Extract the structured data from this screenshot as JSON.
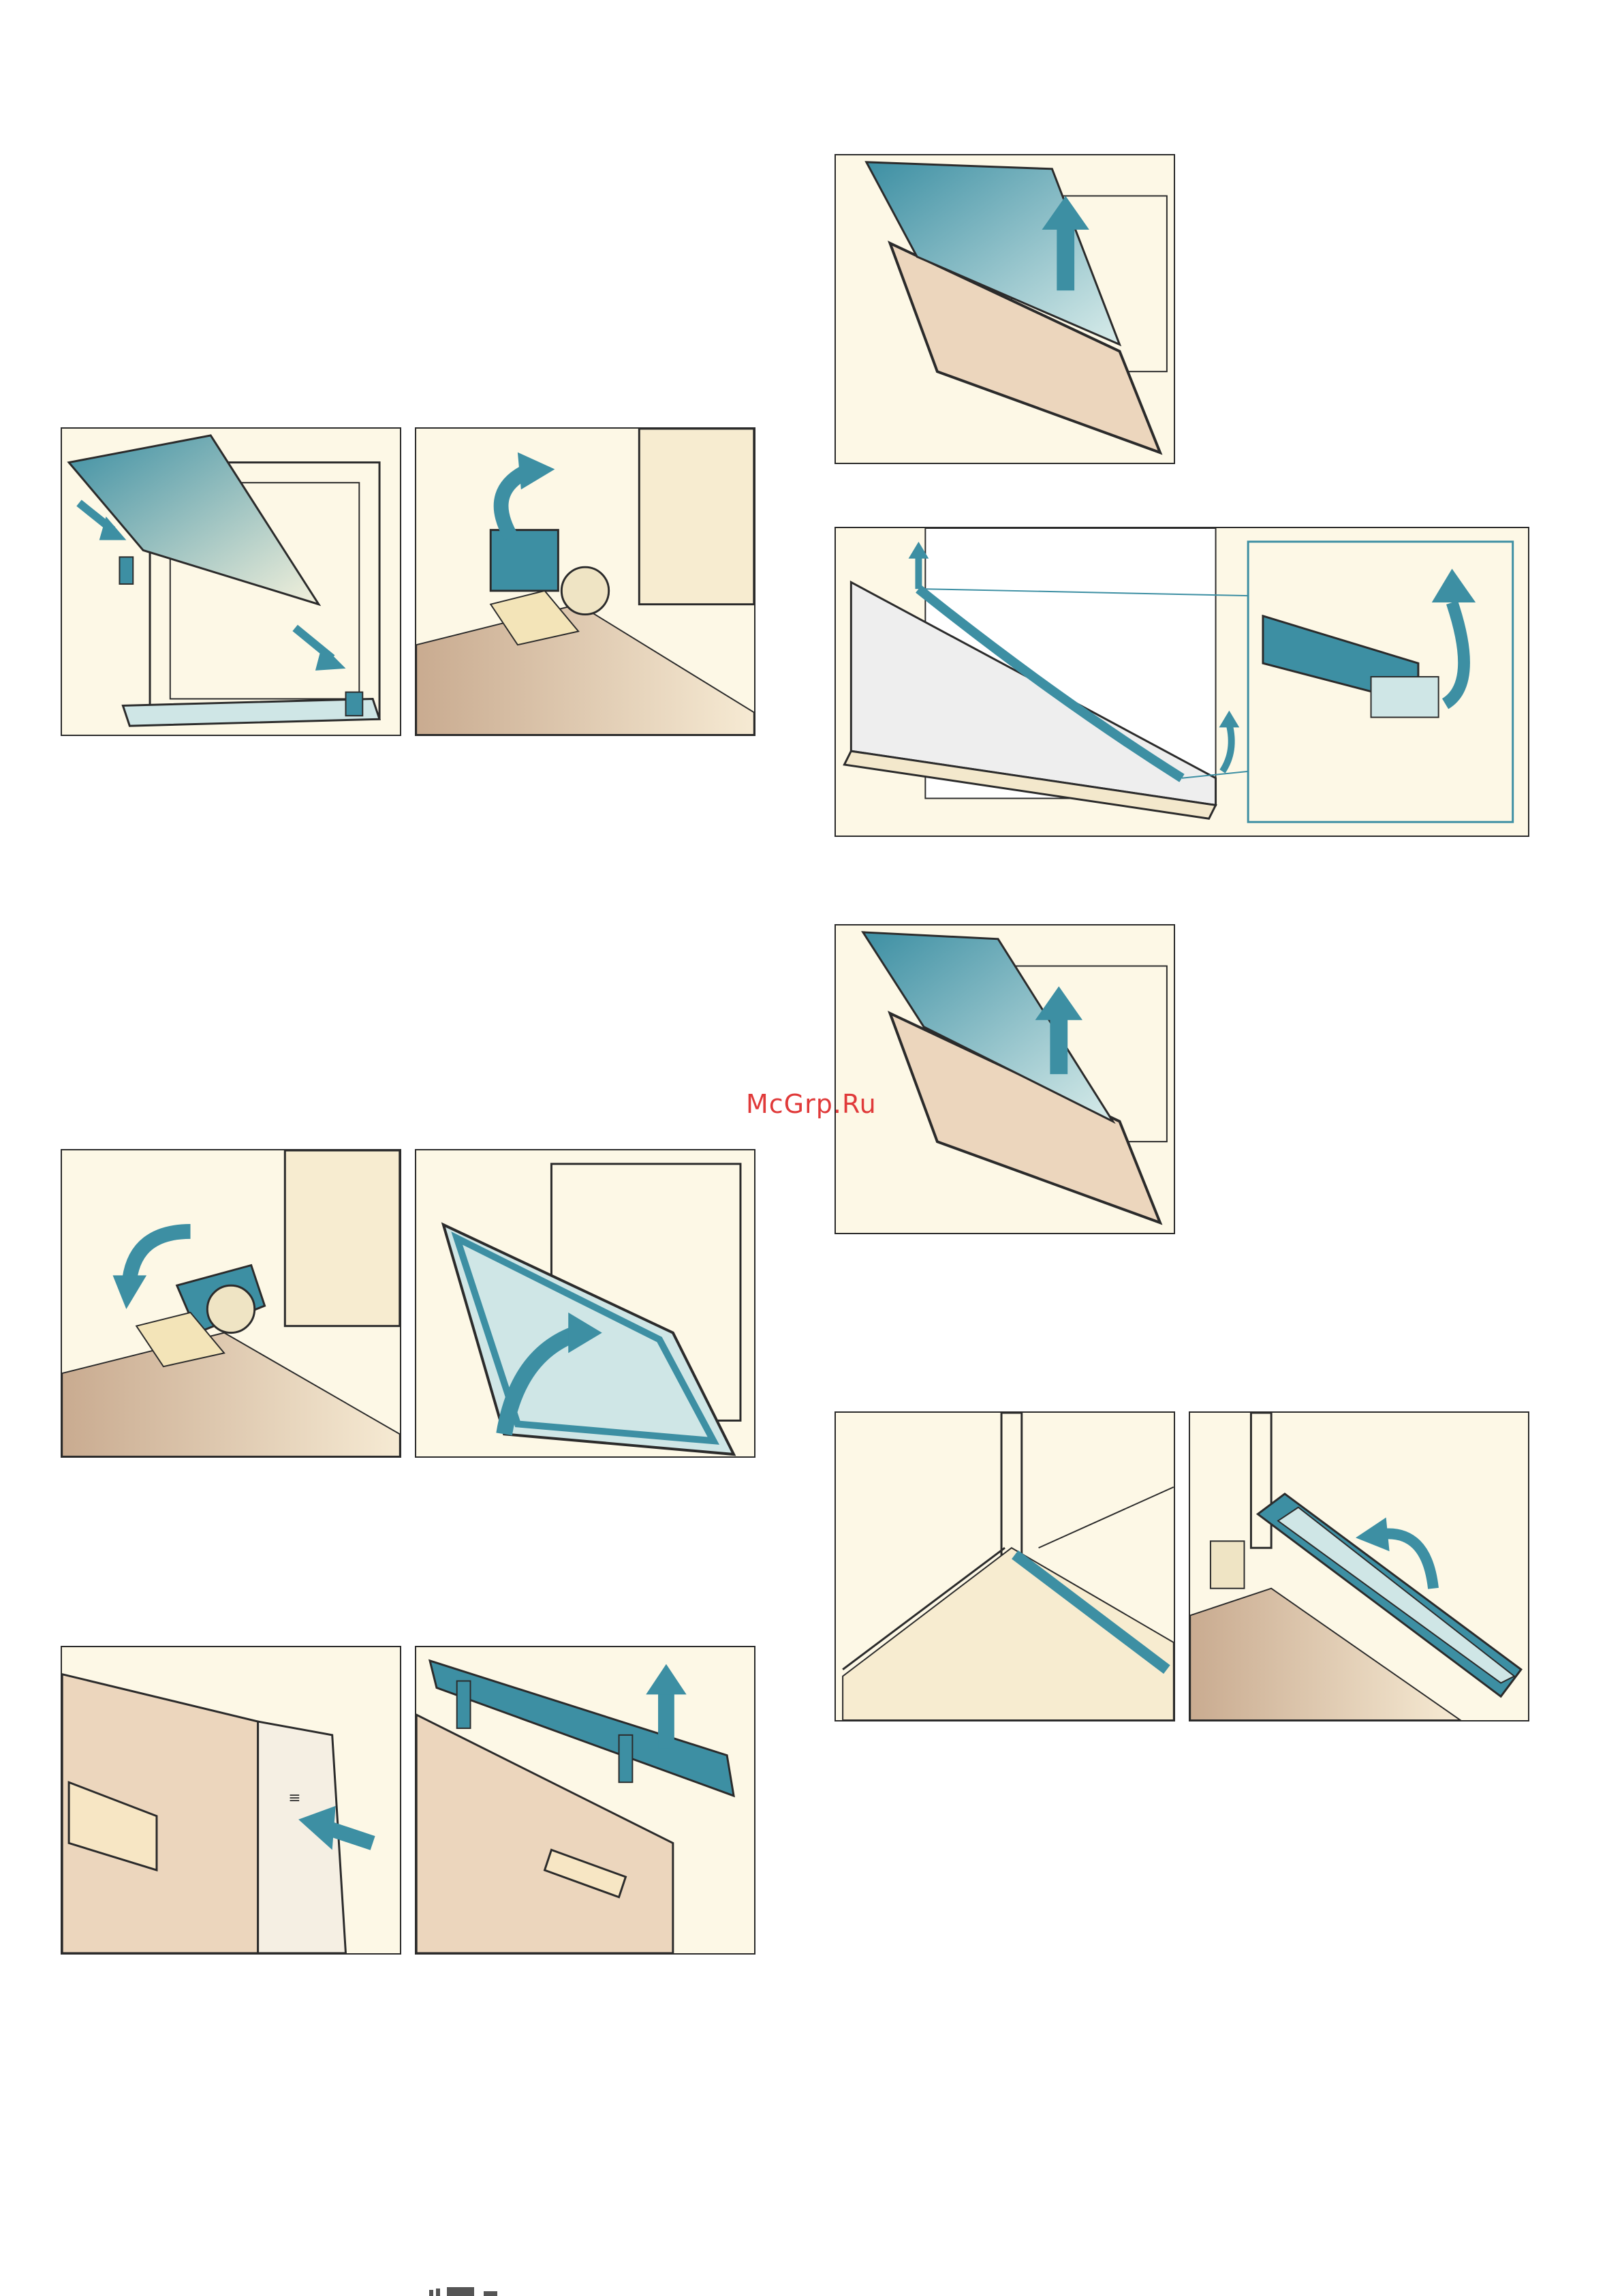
{
  "document": {
    "type": "oven door disassembly illustration page",
    "colors": {
      "outline": "#2b2b2b",
      "panel_background": "#fdf8e6",
      "accent_teal": "#3d8fa3",
      "glass_light": "#cfe6e6",
      "door_panel": "#ecd6bd",
      "floor_gradient_start": "#c9ab90",
      "floor_gradient_end": "#f6ead3",
      "watermark": "#e03a3a"
    }
  },
  "watermark": {
    "text": "McGrp.Ru"
  },
  "panels": [
    {
      "id": "p1",
      "icon": "glass-pane-lowered-hinges"
    },
    {
      "id": "p2",
      "icon": "hinge-lever-lift"
    },
    {
      "id": "p3",
      "icon": "hinge-lever-lower"
    },
    {
      "id": "p4",
      "icon": "door-close"
    },
    {
      "id": "p5",
      "icon": "door-side-press"
    },
    {
      "id": "p6",
      "icon": "door-trim-remove"
    },
    {
      "id": "p7",
      "icon": "glass-pane-remove-top"
    },
    {
      "id": "p8",
      "icon": "seal-detail-zoom"
    },
    {
      "id": "p9",
      "icon": "glass-pane-remove-middle"
    },
    {
      "id": "p10",
      "icon": "door-seal-corner"
    },
    {
      "id": "p11",
      "icon": "seal-clip-remove"
    }
  ]
}
